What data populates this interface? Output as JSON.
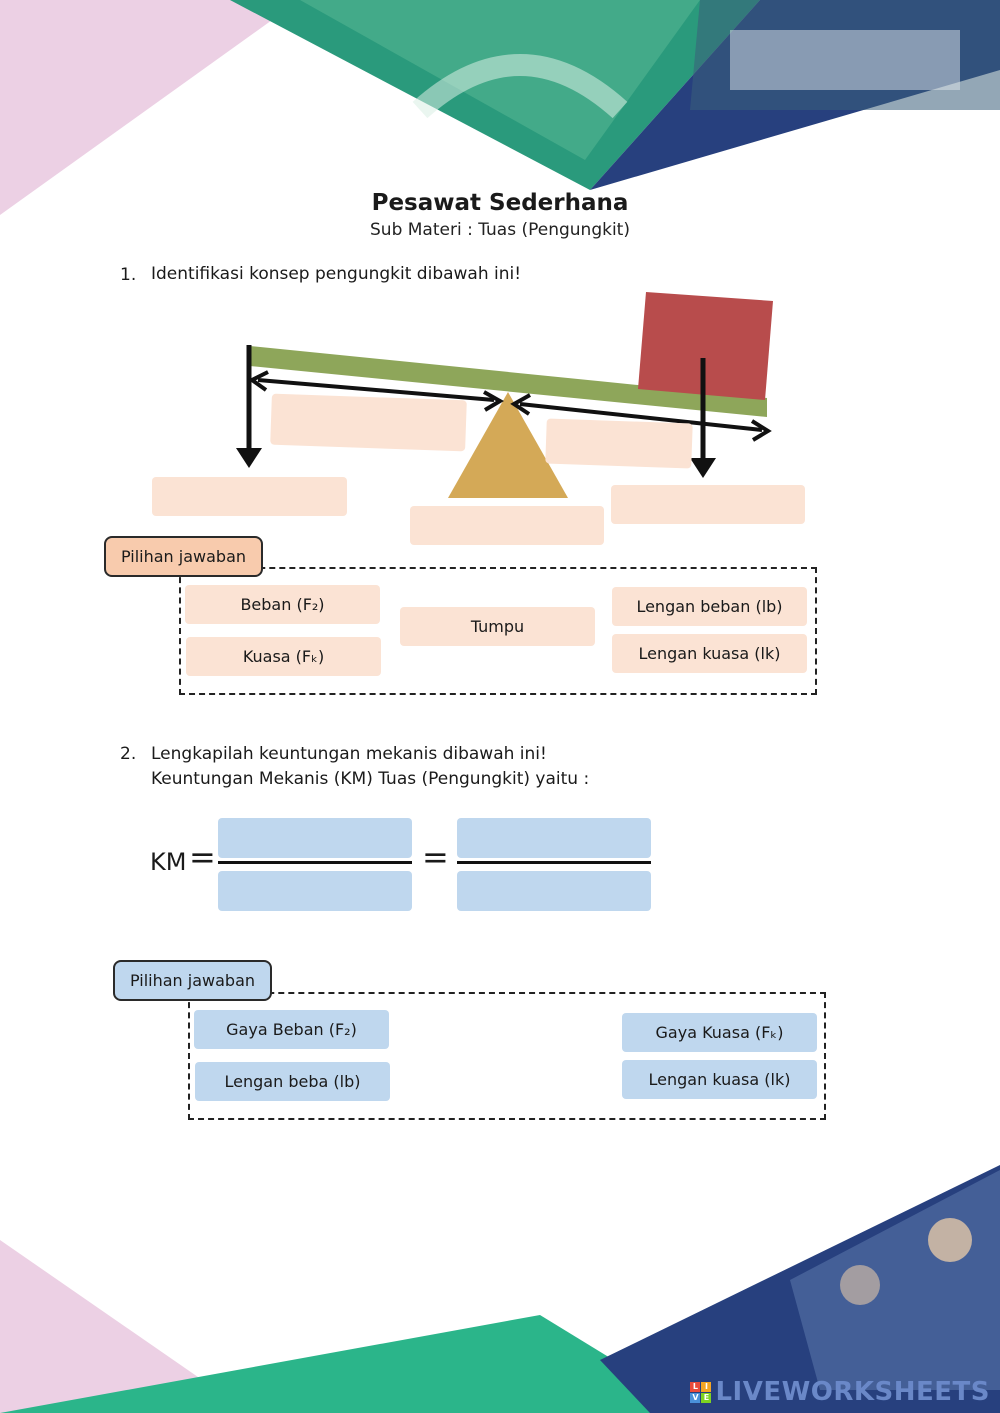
{
  "header": {
    "title": "Pesawat Sederhana",
    "subtitle": "Sub Materi : Tuas (Pengungkit)"
  },
  "question1": {
    "number": "1.",
    "text": "Identifikasi konsep pengungkit dibawah ini!",
    "options_label": "Pilihan jawaban",
    "options": {
      "beban": "Beban (F₂)",
      "kuasa": "Kuasa (Fₖ)",
      "tumpu": "Tumpu",
      "lengan_beban": "Lengan beban (lb)",
      "lengan_kuasa": "Lengan kuasa (lk)"
    }
  },
  "question2": {
    "number": "2.",
    "line1": "Lengkapilah keuntungan mekanis dibawah ini!",
    "line2": "Keuntungan Mekanis (KM) Tuas (Pengungkit) yaitu :",
    "km_label": "KM",
    "equals": "=",
    "options_label": "Pilihan jawaban",
    "options": {
      "gaya_beban": "Gaya Beban (F₂)",
      "lengan_beba": "Lengan beba (lb)",
      "gaya_kuasa": "Gaya Kuasa (Fₖ)",
      "lengan_kuasa": "Lengan kuasa (lk)"
    }
  },
  "colors": {
    "peach": "#fbe3d4",
    "peach_label": "#f8cbad",
    "blue": "#bfd7ee",
    "lever": "#8ea65a",
    "fulcrum": "#d4a957",
    "load": "#b84c4c",
    "green": "#2bb58a",
    "navy": "#27407e",
    "pink": "#ecd0e4"
  },
  "brand": {
    "text": "LIVEWORKSHEETS",
    "logo_letters": [
      "L",
      "I",
      "V",
      "E"
    ]
  }
}
